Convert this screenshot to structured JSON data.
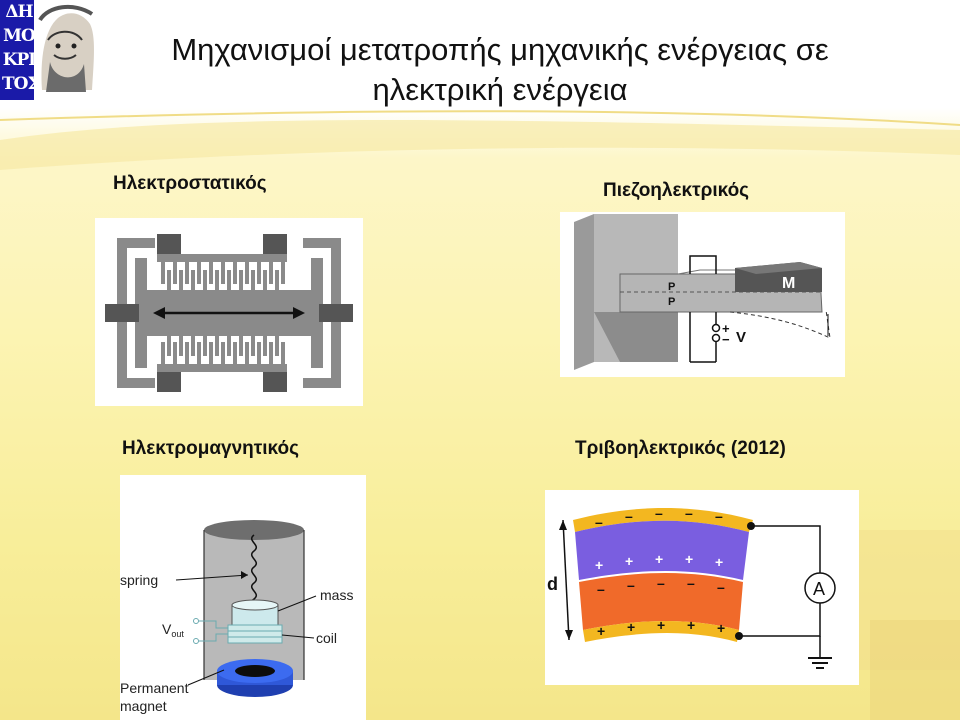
{
  "logo": {
    "letters": "ΔΗ ΜΟ ΚΡΙ ΤΟΣ"
  },
  "title": {
    "line1": "Μηχανισμοί μετατροπής μηχανικής ενέργειας σε",
    "line2": "ηλεκτρική ενέργεια"
  },
  "sections": {
    "electrostatic": {
      "label": "Ηλεκτροστατικός"
    },
    "piezoelectric": {
      "label": "Πιεζοηλεκτρικός",
      "mass_label": "M",
      "p_label": "P",
      "v_label": "V",
      "plus": "+",
      "minus": "−"
    },
    "electromagnetic": {
      "label": "Ηλεκτρομαγνητικός",
      "spring": "spring",
      "mass": "mass",
      "vout": "V",
      "vout_sub": "out",
      "coil": "coil",
      "magnet_line1": "Permanent",
      "magnet_line2": "magnet"
    },
    "triboelectric": {
      "label": "Τριβοηλεκτρικός (2012)",
      "d_label": "d",
      "ammeter": "A"
    }
  }
}
